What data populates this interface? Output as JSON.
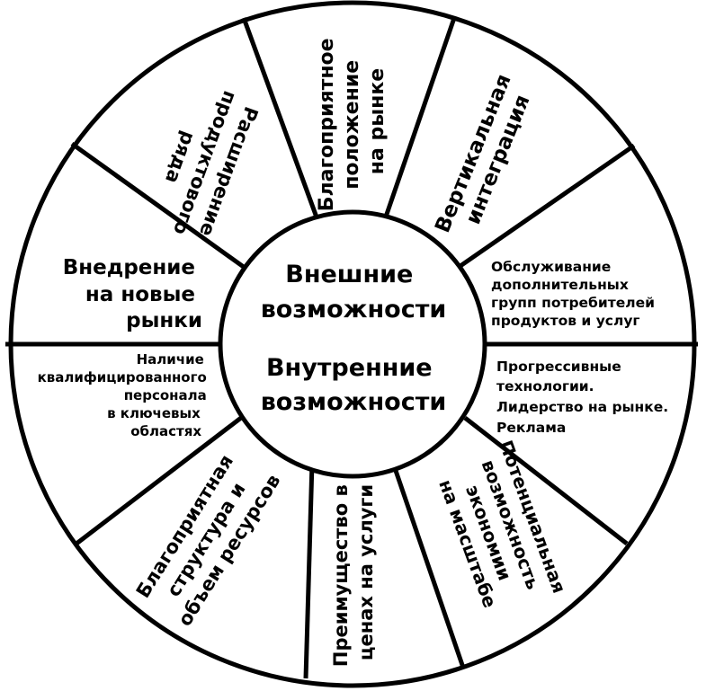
{
  "center": {
    "top": [
      "Внешние",
      "возможности"
    ],
    "bottom": [
      "Внутренние",
      "возможности"
    ]
  },
  "external": [
    {
      "id": "expansion",
      "lines": [
        "Расширение",
        "продуктового",
        "ряда"
      ]
    },
    {
      "id": "favorable-position",
      "lines": [
        "Благоприятное",
        "положение",
        "на рынке"
      ]
    },
    {
      "id": "vertical-integration",
      "lines": [
        "Вертикальная",
        "интеграция"
      ]
    },
    {
      "id": "new-markets",
      "lines": [
        "Внедрение",
        "на новые",
        "рынки"
      ]
    },
    {
      "id": "additional-groups",
      "lines": [
        "Обслуживание",
        "дополнительных",
        "групп потребителей",
        "продуктов и услуг"
      ]
    }
  ],
  "internal": [
    {
      "id": "qualified-staff",
      "lines": [
        "Наличие",
        "квалифицированного",
        "персонала",
        "в ключевых",
        "областях"
      ]
    },
    {
      "id": "progressive-tech",
      "lines": [
        "Прогрессивные",
        "технологии.",
        "Лидерство на рынке.",
        "Реклама"
      ]
    },
    {
      "id": "resource-structure",
      "lines": [
        "Благоприятная",
        "структура и",
        "объем ресурсов"
      ]
    },
    {
      "id": "price-advantage",
      "lines": [
        "Преимущество в",
        "ценах на услуги"
      ]
    },
    {
      "id": "economies-of-scale",
      "lines": [
        "Потенциальная",
        "возможность",
        "экономии",
        "на масштабе"
      ]
    }
  ]
}
